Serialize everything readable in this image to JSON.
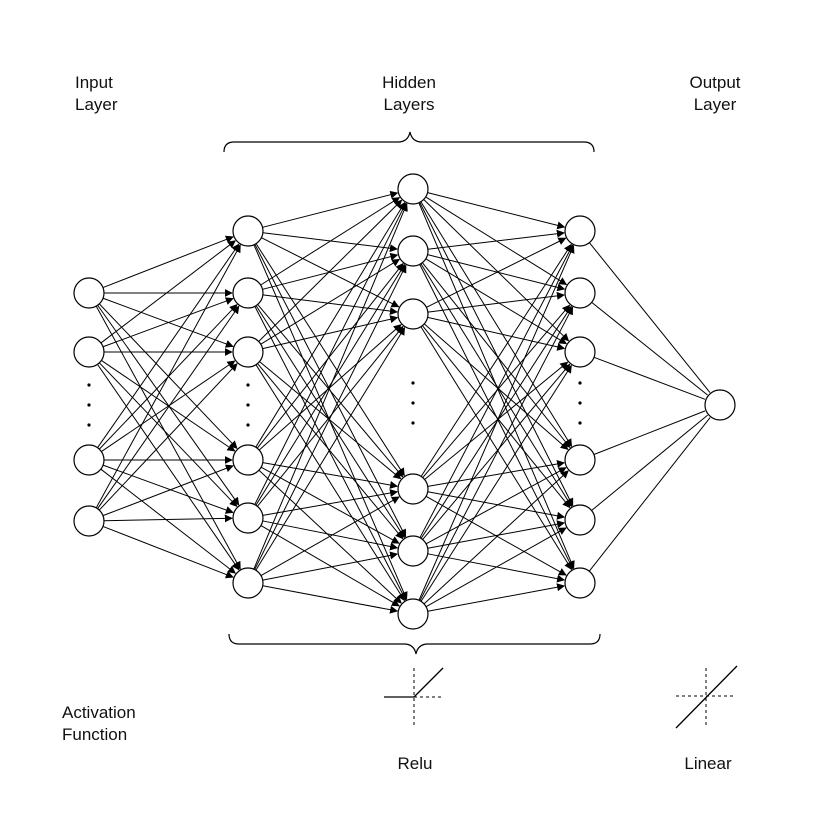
{
  "labels": {
    "input_layer": [
      "Input",
      "Layer"
    ],
    "hidden_layers": [
      "Hidden",
      "Layers"
    ],
    "output_layer": [
      "Output",
      "Layer"
    ],
    "activation_function": [
      "Activation",
      "Function"
    ],
    "relu": "Relu",
    "linear": "Linear"
  },
  "network": {
    "layers": [
      {
        "id": "input",
        "visible_nodes": 4,
        "ellipsis": true
      },
      {
        "id": "hidden-1",
        "visible_nodes": 6,
        "ellipsis": true
      },
      {
        "id": "hidden-2",
        "visible_nodes": 6,
        "ellipsis": true
      },
      {
        "id": "hidden-3",
        "visible_nodes": 6,
        "ellipsis": true
      },
      {
        "id": "output",
        "visible_nodes": 1,
        "ellipsis": false
      }
    ],
    "connections": "fully-connected",
    "colors": {
      "stroke": "#000000",
      "node_fill": "#ffffff"
    }
  },
  "activations": {
    "hidden": {
      "name_key": "relu",
      "icon": "relu-graph-icon"
    },
    "output": {
      "name_key": "linear",
      "icon": "linear-graph-icon"
    }
  }
}
